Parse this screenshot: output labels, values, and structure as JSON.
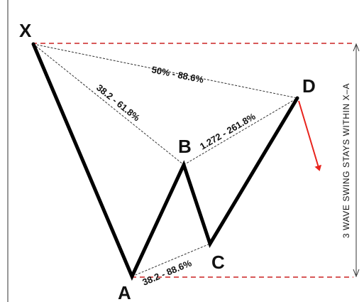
{
  "points": {
    "x": "X",
    "a": "A",
    "b": "B",
    "c": "C",
    "d": "D"
  },
  "ratios": {
    "xb": "38.2 - 61.8%",
    "xd": "50% - 88.6%",
    "bd": "1.272 - 261.8%",
    "ac": "38.2 - 88.6%"
  },
  "side_note": "3 WAVE SWING STAYS WITHIN X–A",
  "colors": {
    "wave": "#000000",
    "guide": "#cc2222",
    "arrow": "#e8231c"
  }
}
